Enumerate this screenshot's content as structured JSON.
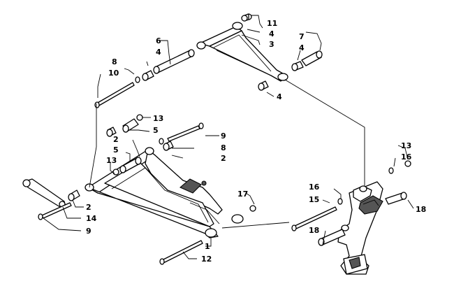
{
  "diagram": {
    "callouts": [
      {
        "id": "c11a",
        "text": "11"
      },
      {
        "id": "c4a",
        "text": "4"
      },
      {
        "id": "c3",
        "text": "3"
      },
      {
        "id": "c6",
        "text": "6"
      },
      {
        "id": "c4b",
        "text": "4"
      },
      {
        "id": "c7",
        "text": "7"
      },
      {
        "id": "c4c",
        "text": "4"
      },
      {
        "id": "c8a",
        "text": "8"
      },
      {
        "id": "c10",
        "text": "10"
      },
      {
        "id": "c4d",
        "text": "4"
      },
      {
        "id": "c13a",
        "text": "13"
      },
      {
        "id": "c5a",
        "text": "5"
      },
      {
        "id": "c9a",
        "text": "9"
      },
      {
        "id": "c2a",
        "text": "2"
      },
      {
        "id": "c8b",
        "text": "8"
      },
      {
        "id": "c5b",
        "text": "5"
      },
      {
        "id": "c2b",
        "text": "2"
      },
      {
        "id": "c13b",
        "text": "13"
      },
      {
        "id": "c13c",
        "text": "13"
      },
      {
        "id": "c16a",
        "text": "16"
      },
      {
        "id": "c17",
        "text": "17"
      },
      {
        "id": "c16b",
        "text": "16"
      },
      {
        "id": "c15",
        "text": "15"
      },
      {
        "id": "c18a",
        "text": "18"
      },
      {
        "id": "c2c",
        "text": "2"
      },
      {
        "id": "c14",
        "text": "14"
      },
      {
        "id": "c9b",
        "text": "9"
      },
      {
        "id": "c18b",
        "text": "18"
      },
      {
        "id": "c1",
        "text": "1"
      },
      {
        "id": "c12",
        "text": "12"
      }
    ]
  }
}
